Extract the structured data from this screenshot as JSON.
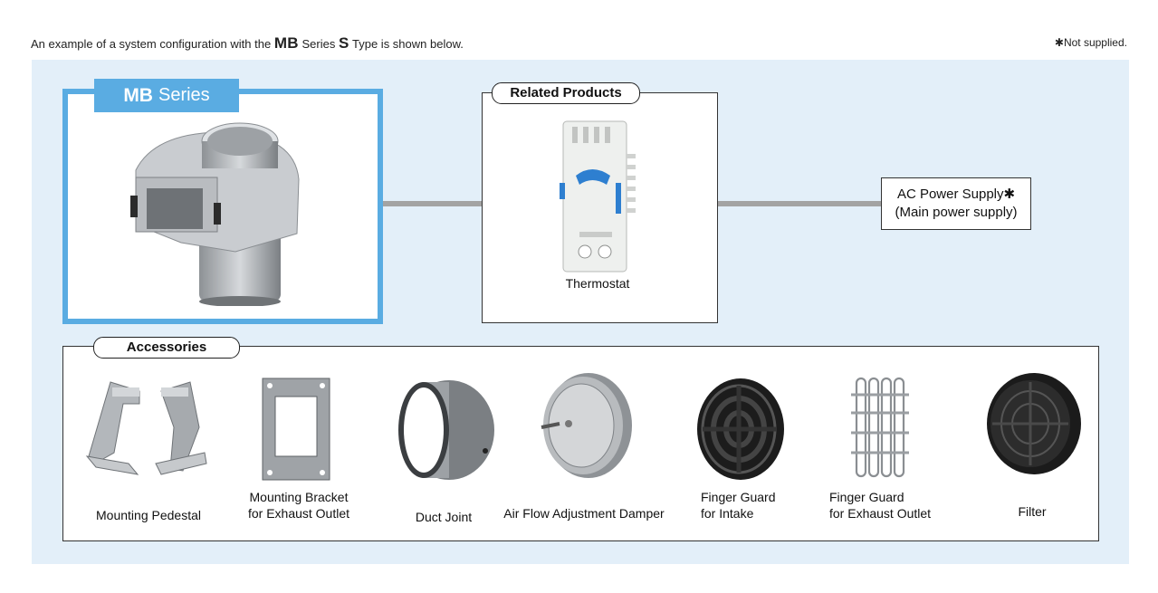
{
  "intro": {
    "prefix": "An example of a system configuration with the",
    "series_mark": "MB",
    "middle": "Series",
    "type_mark": "S",
    "suffix": "Type is shown below."
  },
  "note": "✱Not supplied.",
  "series_tab": {
    "bold": "MB",
    "text": "Series"
  },
  "related_products": {
    "title": "Related Products",
    "thermostat_label": "Thermostat"
  },
  "ac_power": {
    "line1": "AC Power Supply✱",
    "line2": "(Main power supply)"
  },
  "accessories": {
    "title": "Accessories",
    "items": [
      {
        "line1": "Mounting Pedestal",
        "line2": ""
      },
      {
        "line1": "Mounting Bracket",
        "line2": "for Exhaust Outlet"
      },
      {
        "line1": "Duct Joint",
        "line2": ""
      },
      {
        "line1": "Air Flow Adjustment Damper",
        "line2": ""
      },
      {
        "line1": "Finger Guard",
        "line2": "for Intake"
      },
      {
        "line1": "Finger Guard",
        "line2": "for Exhaust Outlet"
      },
      {
        "line1": "Filter",
        "line2": ""
      }
    ]
  },
  "colors": {
    "accent": "#5aace2",
    "panel": "#e3eff9",
    "connector": "#a3a3a3"
  }
}
